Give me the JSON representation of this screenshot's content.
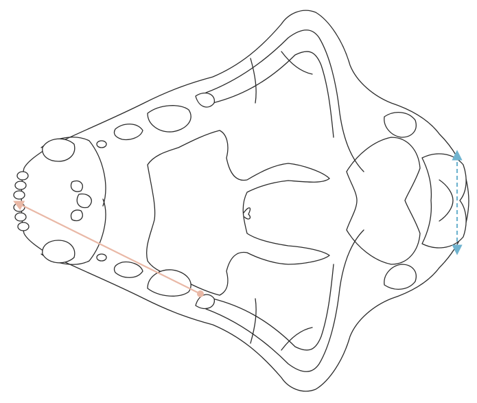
{
  "diagram": {
    "subject": "skull-ventral-view",
    "background_color": "#ffffff",
    "outline_color": "#2a2a2a",
    "measurements": [
      {
        "id": "skull-length-diagonal",
        "color": "#e9b8a6"
      },
      {
        "id": "occipital-width",
        "color": "#6fb3cf"
      }
    ]
  }
}
